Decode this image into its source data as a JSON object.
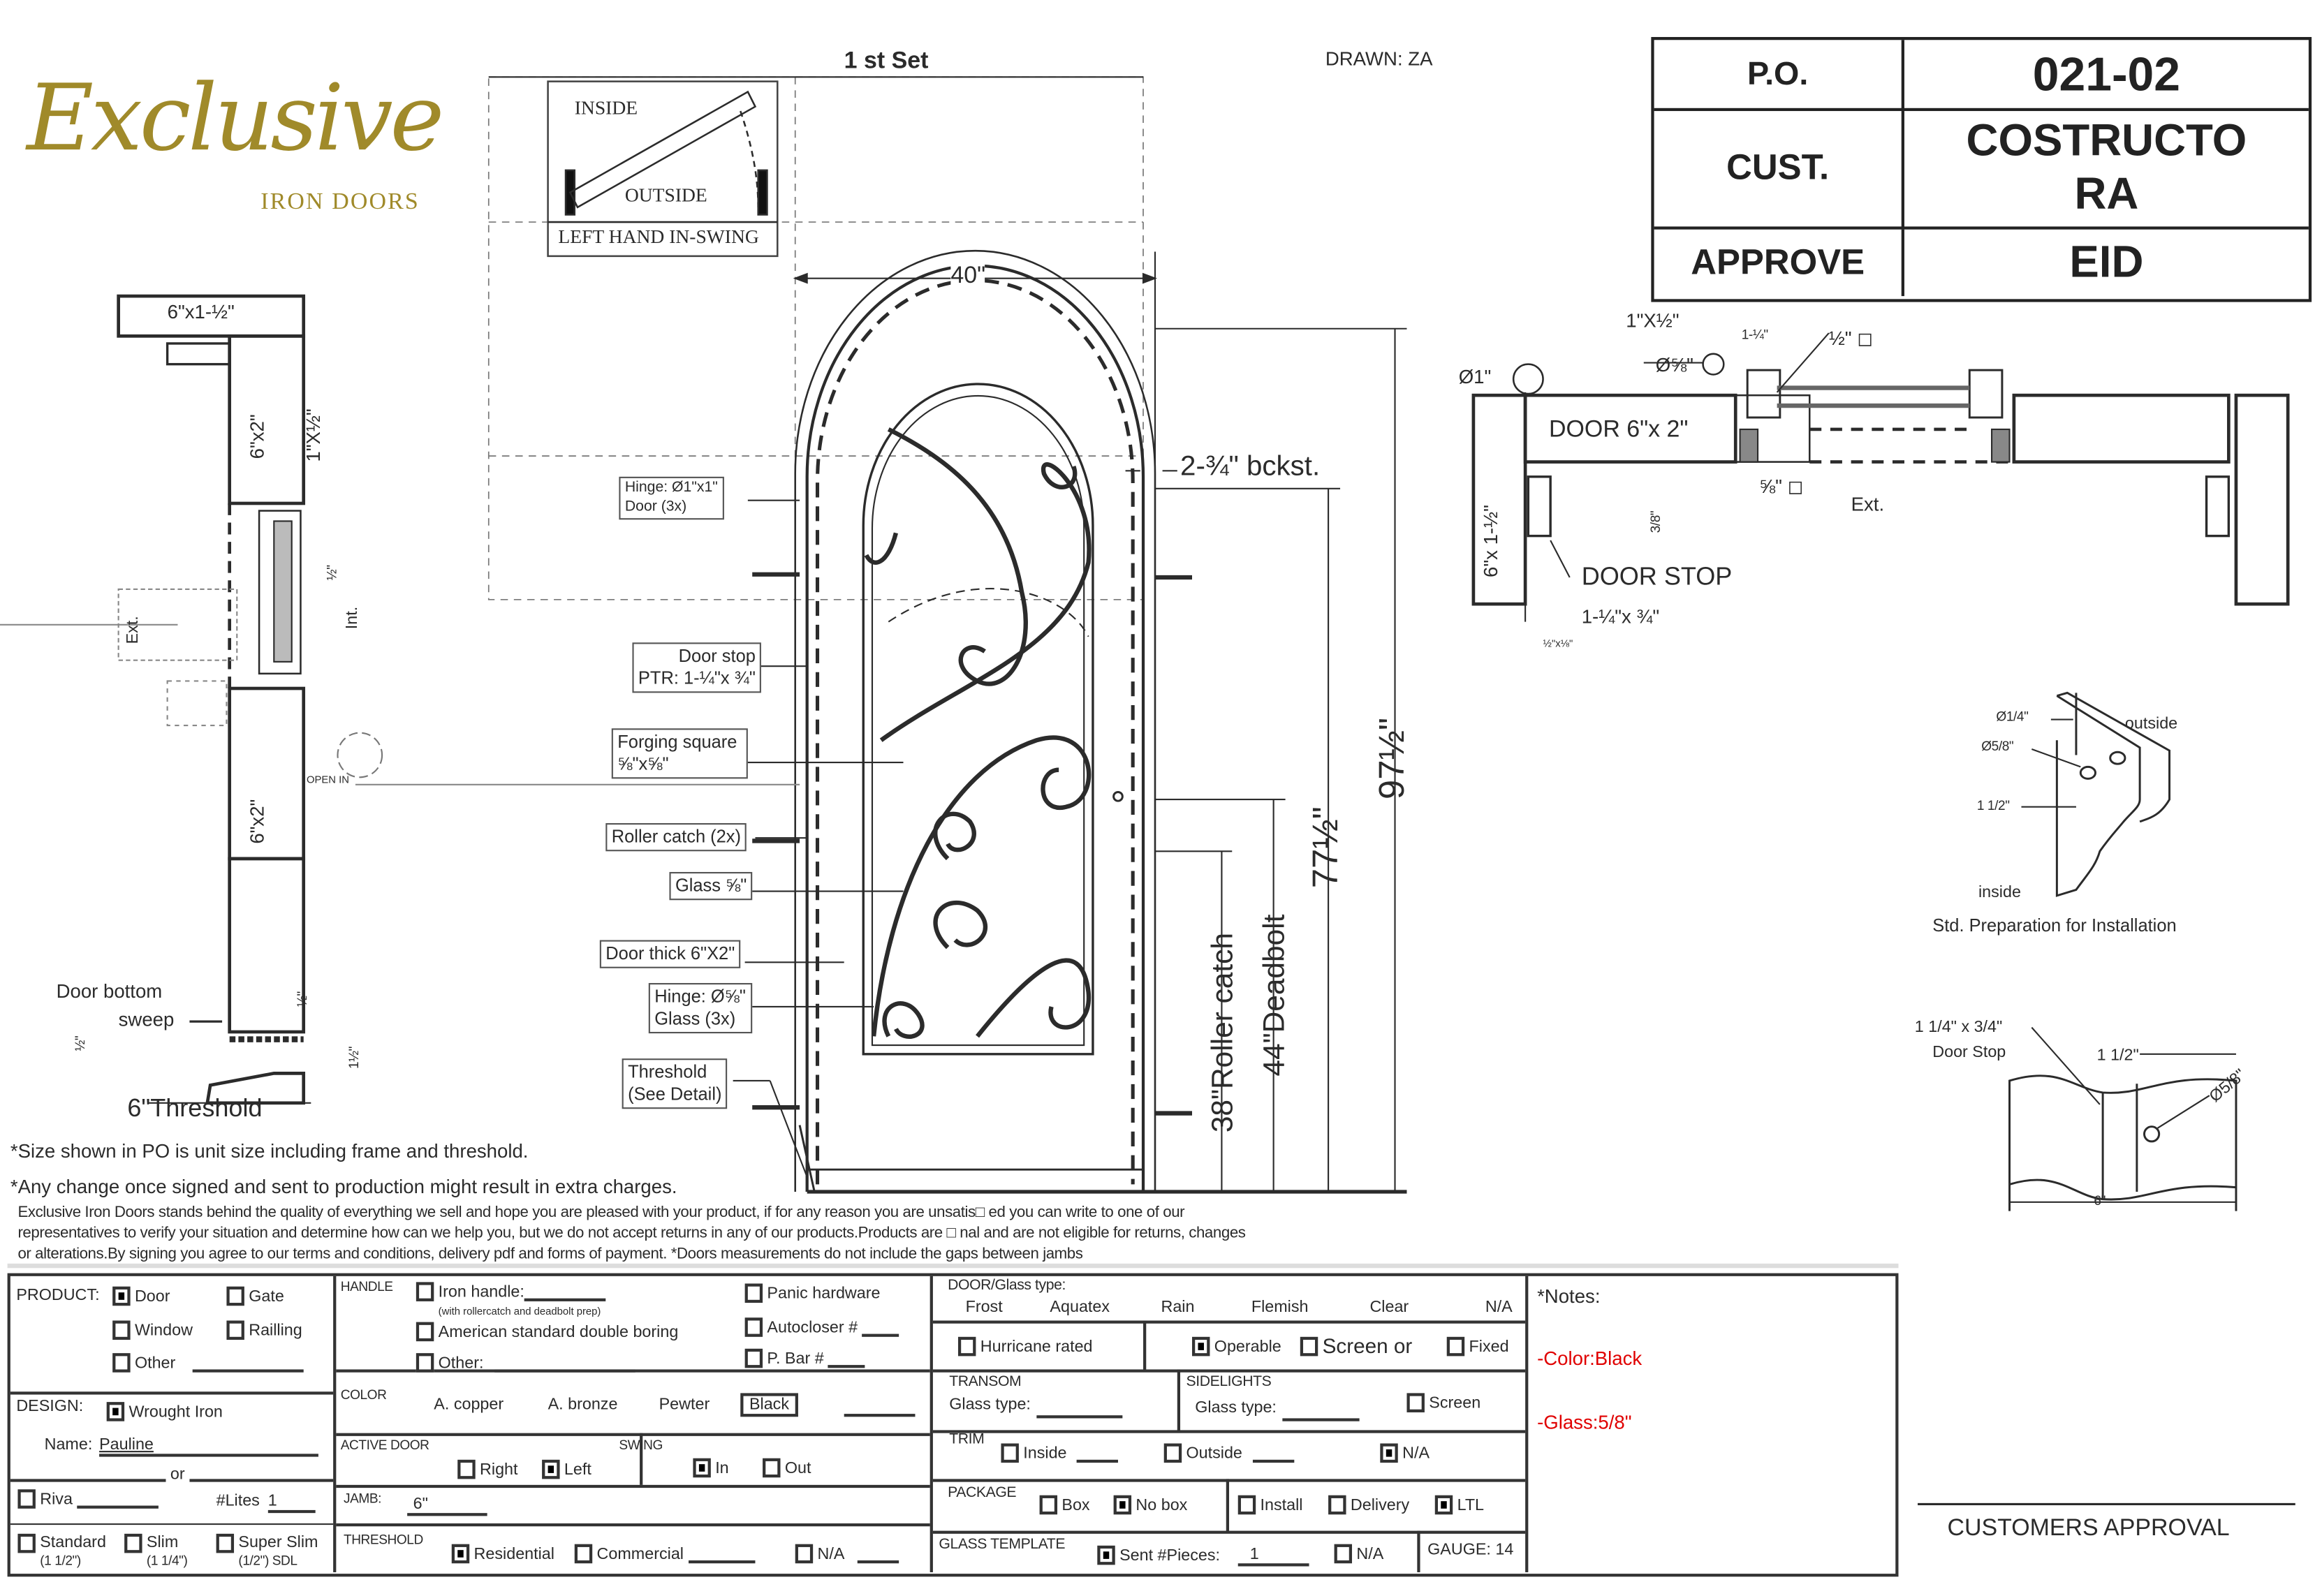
{
  "logo": {
    "brand": "Exclusive",
    "sub": "IRON DOORS"
  },
  "drawn": "DRAWN: ZA",
  "title_block": {
    "po_label": "P.O.",
    "po": "021-02",
    "cust_label": "CUST.",
    "cust_line1": "COSTRUCTO",
    "cust_line2": "RA",
    "approve_label": "APPROVE",
    "approve": "EID"
  },
  "set_label": "1 st Set",
  "swing_diagram": {
    "inside": "INSIDE",
    "outside": "OUTSIDE",
    "caption": "LEFT HAND IN-SWING"
  },
  "elevation": {
    "width": "40\"",
    "backset": "2-¾\"  bckst.",
    "total_height": "97½\"",
    "frame_height": "77½\"",
    "deadbolt": "44\"Deadbolt",
    "roller_catch": "38\"Roller catch"
  },
  "callouts": {
    "hinge_door": [
      "Hinge: Ø1\"x1\"",
      "Door (3x)"
    ],
    "door_stop": [
      "Door stop",
      "PTR: 1-¼\"x ¾\""
    ],
    "forging_square": [
      "Forging square",
      "⅝\"x⅝\""
    ],
    "roller_catch": "Roller catch  (2x)",
    "glass": "Glass ⅝\"",
    "door_thick": "Door thick 6\"X2\"",
    "hinge_glass": [
      "Hinge: Ø⅝\"",
      "Glass (3x)"
    ],
    "threshold": [
      "Threshold",
      "(See Detail)"
    ]
  },
  "section": {
    "header": "6\"x1-½\"",
    "jamb_top": "6\"x2\"",
    "jamb_bottom": "6\"x2\"",
    "stop": "1\"X½\"",
    "glass_gap": "½\"",
    "ext": "Ext.",
    "int": "Int.",
    "door_bottom": "Door bottom",
    "sweep": "sweep",
    "half_a": "½\"",
    "half_b": "½\"",
    "one_half": "1½\"",
    "threshold": "6\"Threshold",
    "open_in": "OPEN IN"
  },
  "plan": {
    "hinge_dia": "Ø1\"",
    "glass_hinge": "Ø⅝\"",
    "stop_size": "1\"X½\"",
    "bar_width": "1-¼\"",
    "bar_sq": "½\" ◻",
    "door": "DOOR 6\"x 2\"",
    "forging_sq": "⅝\" ◻",
    "ext": "Ext.",
    "gap": "3/8\"",
    "jamb": "6\"x 1-½\"",
    "door_stop": "DOOR STOP",
    "door_stop_size": "1-¼\"x ¾\"",
    "small": "½\"x⅛\""
  },
  "prep": {
    "d_quarter": "Ø1/4\"",
    "d_five_eighths": "Ø5/8\"",
    "spacing": "1 1/2\"",
    "outside": "outside",
    "inside": "inside",
    "caption": "Std. Preparation for Installation"
  },
  "doorstop_detail": {
    "size": "1 1/4\" x 3/4\"",
    "label": "Door Stop",
    "spacing": "1 1/2\"",
    "hole": "Ø5/8\"",
    "width": "6\""
  },
  "notes": [
    "*Size shown in PO is unit size including frame and threshold.",
    "*Any change once signed and sent to production might result in extra charges."
  ],
  "disclaimer": [
    "Exclusive Iron Doors stands behind the quality of everything we sell and hope you are pleased with your product, if for any reason you are unsatis□ ed you can write to one of our",
    "representatives to verify your situation and determine how can we help you, but we do not accept returns in any of our products.Products are □ nal and are not eligible for returns, changes",
    "or alterations.By signing you agree to our terms and conditions, delivery pdf and forms of payment. *Doors measurements do not include the gaps between jambs"
  ],
  "form": {
    "product": {
      "label": "PRODUCT:",
      "door": "Door",
      "gate": "Gate",
      "window": "Window",
      "railing": "Railling",
      "other": "Other"
    },
    "handle": {
      "label": "HANDLE",
      "iron": "Iron handle:",
      "iron_note": "(with rollercatch and deadbolt prep)",
      "american": "American standard double boring",
      "other": "Other:",
      "panic": "Panic hardware",
      "autocloser": "Autocloser #",
      "pbar": "P. Bar #"
    },
    "design": {
      "label": "DESIGN:",
      "wrought": "Wrought Iron",
      "name_label": "Name:",
      "name": "Pauline",
      "or": "or",
      "riva": "Riva",
      "lites_label": "#Lites",
      "lites": "1",
      "standard": "Standard",
      "standard_size": "(1 1/2\")",
      "slim": "Slim",
      "slim_size": "(1 1/4\")",
      "superslim": "Super Slim",
      "superslim_size": "(1/2\") SDL"
    },
    "color": {
      "label": "COLOR",
      "options": [
        "A. copper",
        "A. bronze",
        "Pewter",
        "Black"
      ]
    },
    "active_door": {
      "label": "ACTIVE DOOR",
      "right": "Right",
      "left": "Left"
    },
    "swing": {
      "label": "SWING",
      "in": "In",
      "out": "Out"
    },
    "jamb": {
      "label": "JAMB:",
      "value": "6\""
    },
    "threshold": {
      "label": "THRESHOLD",
      "residential": "Residential",
      "commercial": "Commercial",
      "na": "N/A"
    },
    "glass_type": {
      "label": "DOOR/Glass type:",
      "options": [
        "Frost",
        "Aquatex",
        "Rain",
        "Flemish",
        "Clear",
        "N/A"
      ]
    },
    "glass_opts": {
      "hurricane": "Hurricane rated",
      "operable": "Operable",
      "screen_or": "Screen or",
      "fixed": "Fixed"
    },
    "transom": {
      "label": "TRANSOM",
      "glass": "Glass type:"
    },
    "sidelights": {
      "label": "SIDELIGHTS",
      "glass": "Glass type:",
      "screen": "Screen"
    },
    "trim": {
      "label": "TRIM",
      "inside": "Inside",
      "outside": "Outside",
      "na": "N/A"
    },
    "package": {
      "label": "PACKAGE",
      "box": "Box",
      "nobox": "No box",
      "install": "Install",
      "delivery": "Delivery",
      "ltl": "LTL"
    },
    "glass_template": {
      "label": "GLASS TEMPLATE",
      "sent": "Sent #Pieces:",
      "pieces": "1",
      "na": "N/A"
    },
    "gauge": "GAUGE: 14",
    "notes_label": "*Notes:",
    "notes": [
      "-Color:Black",
      "-Glass:5/8\""
    ]
  },
  "approval": "CUSTOMERS APPROVAL",
  "colors": {
    "ink": "#2b2b2b",
    "logo_gold": "#a08a2a",
    "note_red": "#e00000"
  }
}
